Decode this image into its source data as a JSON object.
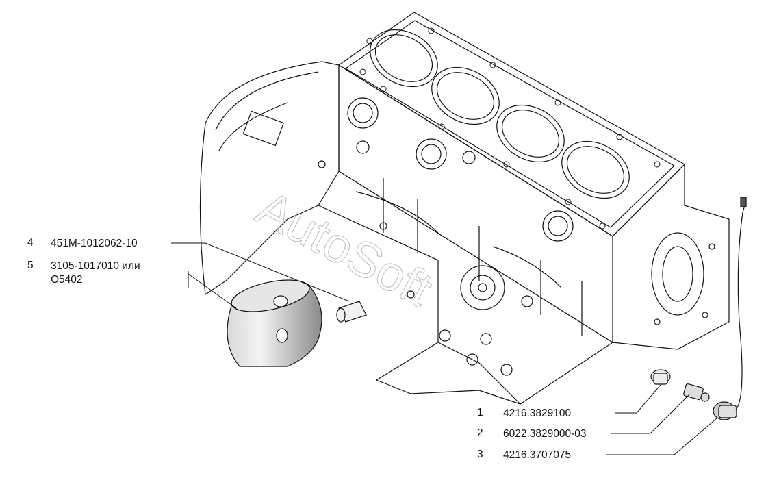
{
  "watermark": "AutoSoft",
  "callouts": [
    {
      "number": "1",
      "part": "4216.3829100"
    },
    {
      "number": "2",
      "part": "6022.3829000-03"
    },
    {
      "number": "3",
      "part": "4216.3707075"
    },
    {
      "number": "4",
      "part": "451М-1012062-10"
    },
    {
      "number": "5",
      "part": "3105-1017010 или",
      "part2": "O5402"
    }
  ]
}
